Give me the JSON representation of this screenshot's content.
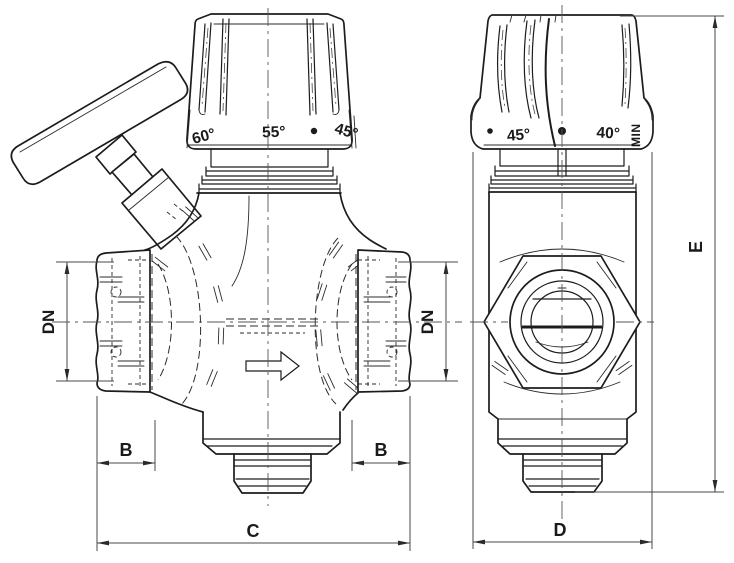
{
  "drawing": {
    "front_view": {
      "knob_scale": {
        "left": "60°",
        "center": "55°",
        "right": "45°"
      },
      "dims": {
        "dn_left": "DN",
        "dn_right": "DN",
        "b_left": "B",
        "b_right": "B",
        "c": "C"
      },
      "flow_arrow_icon": "arrow-right"
    },
    "side_view": {
      "knob_scale": {
        "left": "45°",
        "right": "40°",
        "min": "MIN"
      },
      "dims": {
        "d": "D",
        "e": "E"
      }
    },
    "colors": {
      "line": "#1c1c1c",
      "dimension_line": "#4a4a4a",
      "background": "#ffffff"
    }
  }
}
